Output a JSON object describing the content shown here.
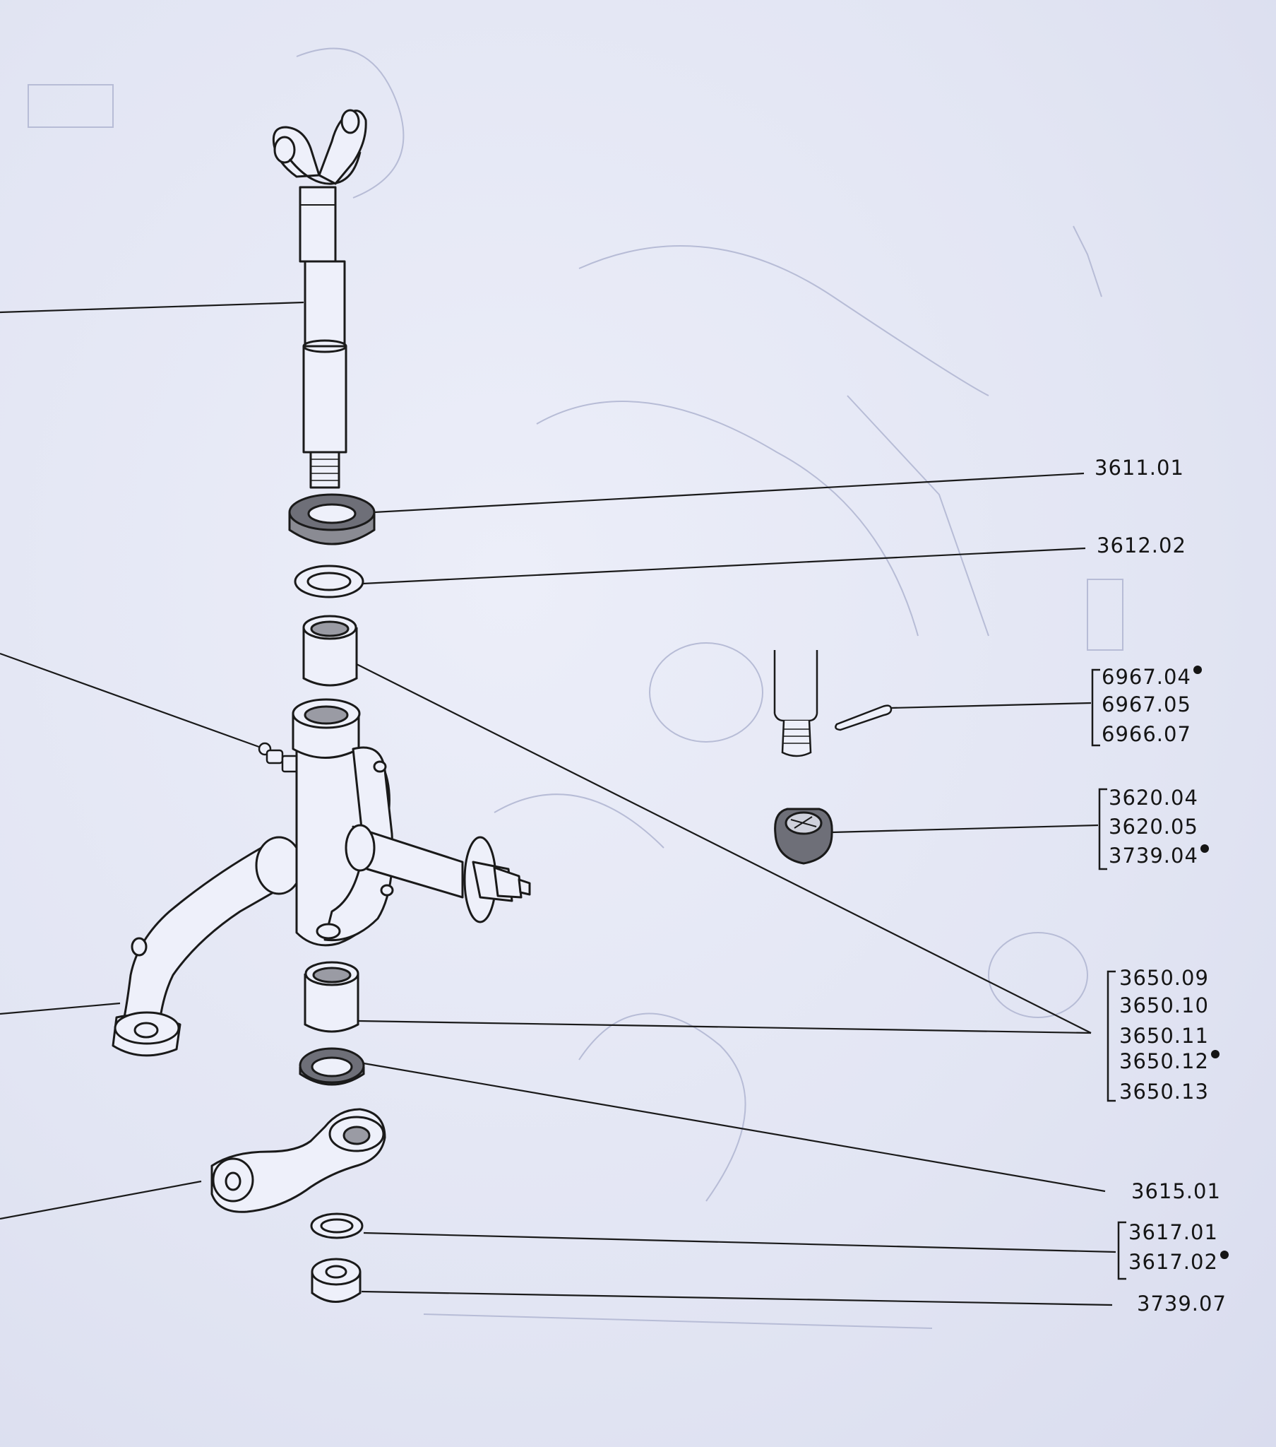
{
  "parts": {
    "p3611_01": "3611.01",
    "p3612_02": "3612.02",
    "g6967": [
      "6967.04",
      "6967.05",
      "6966.07"
    ],
    "g3620": [
      "3620.04",
      "3620.05",
      "3739.04"
    ],
    "g3650": [
      "3650.09",
      "3650.10",
      "3650.11",
      "3650.12",
      "3650.13"
    ],
    "p3615_01": "3615.01",
    "g3617": [
      "3617.01",
      "3617.02"
    ],
    "p3739_07": "3739.07"
  }
}
